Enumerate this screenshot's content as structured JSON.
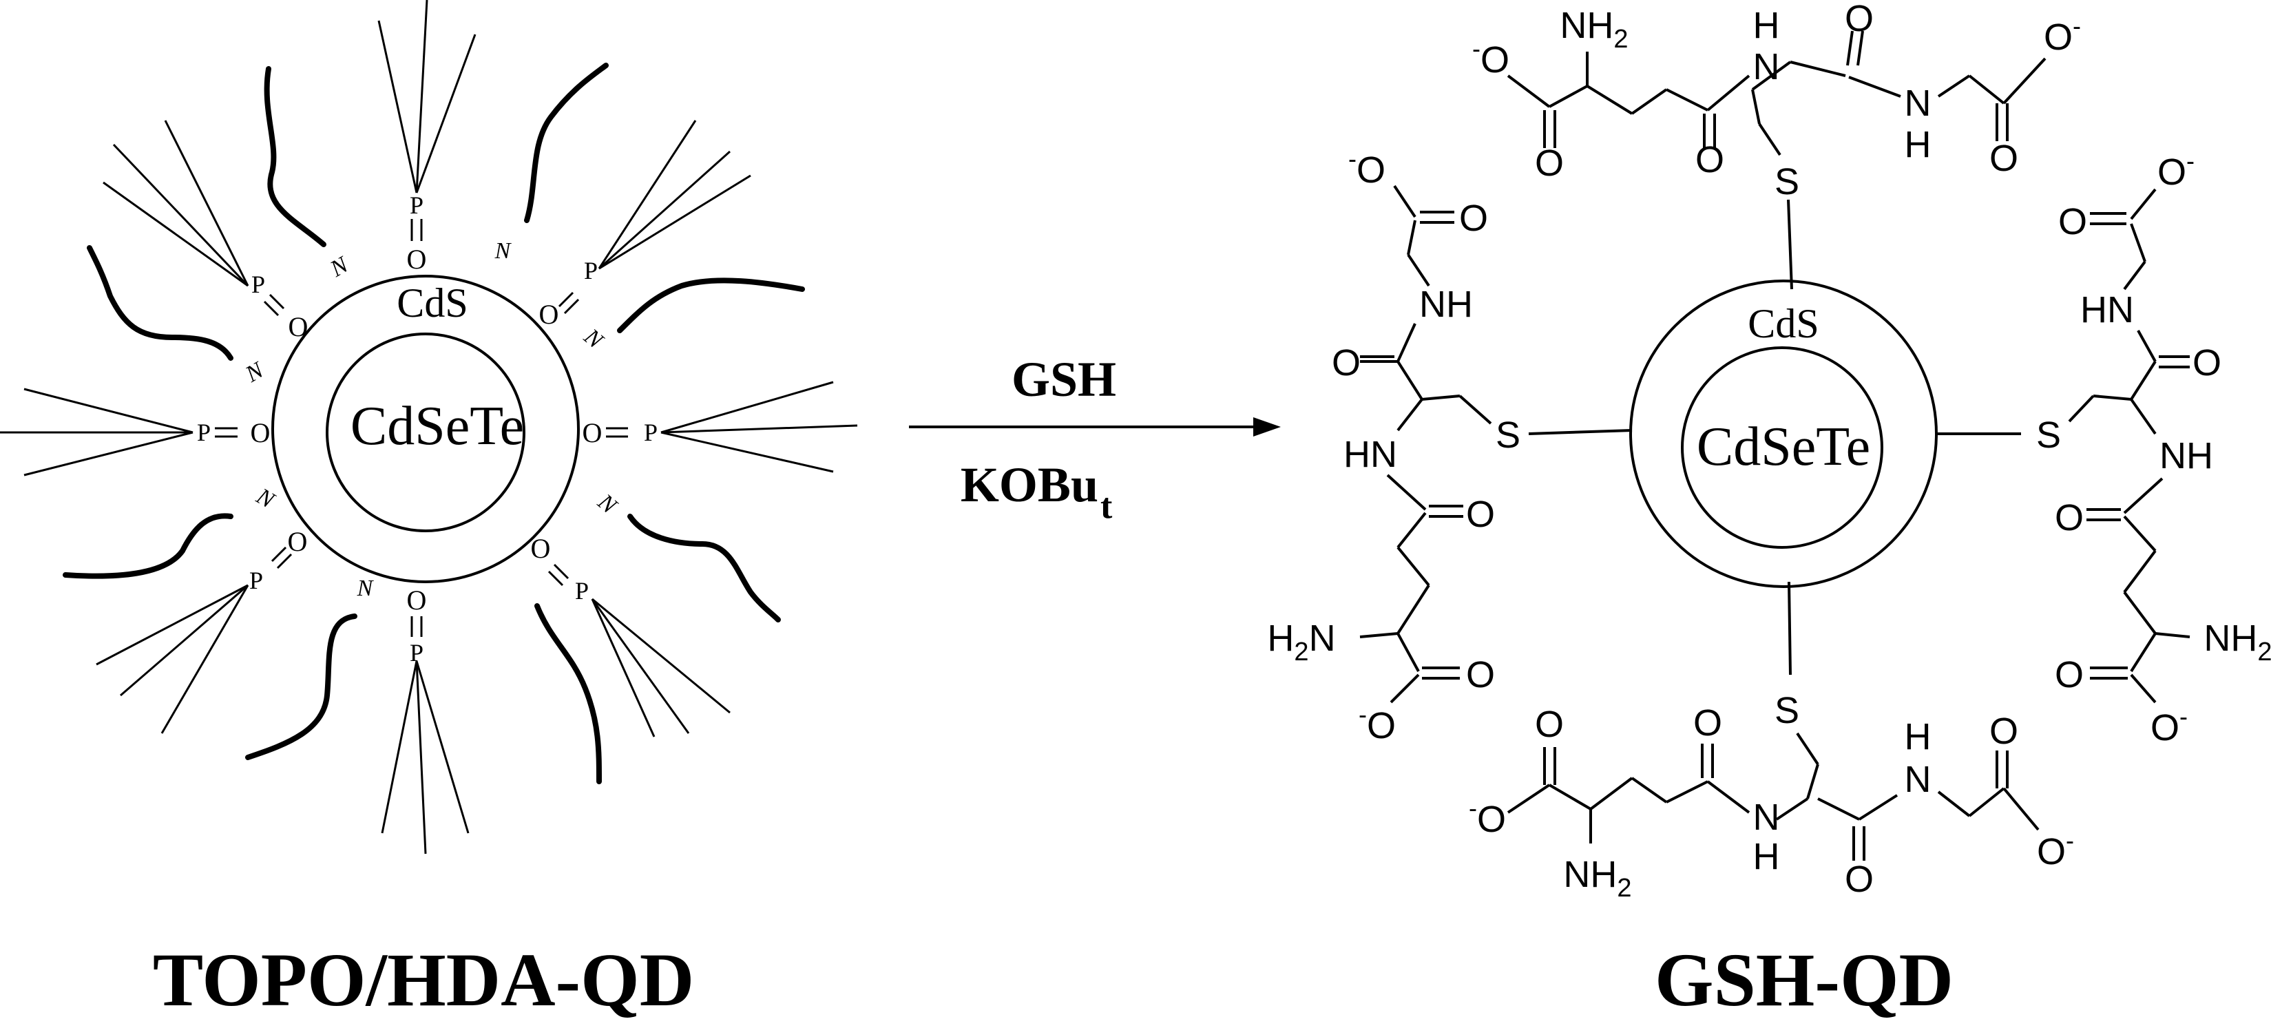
{
  "left": {
    "title": "TOPO/HDA-QD",
    "core": "CdSeTe",
    "shell": "CdS",
    "phosphine": "P",
    "oxygen": "O",
    "amine": "N"
  },
  "arrow": {
    "reagent_top": "GSH",
    "reagent_bottom_main": "KOBu",
    "reagent_bottom_sub": "t"
  },
  "right": {
    "title": "GSH-QD",
    "core": "CdSeTe",
    "shell": "CdS",
    "atoms": {
      "S": "S",
      "O": "O",
      "NH": "NH",
      "HN": "HN",
      "N": "N",
      "H": "H",
      "NH2": "NH",
      "H2N": "H",
      "sub2": "2",
      "N_after": "N",
      "O_minus": "O",
      "minus": "-"
    }
  },
  "colors": {
    "ink": "#000000",
    "background": "#ffffff"
  }
}
